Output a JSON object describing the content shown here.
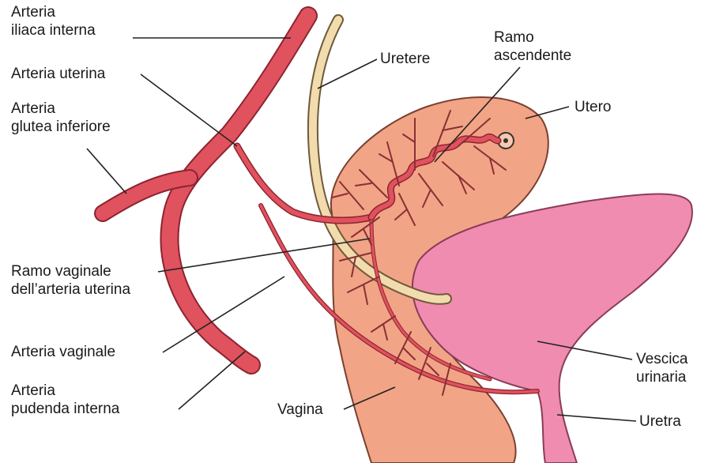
{
  "labels": {
    "arteria_iliaca_interna": [
      "Arteria",
      "iliaca interna"
    ],
    "arteria_uterina": [
      "Arteria uterina"
    ],
    "arteria_glutea_inferiore": [
      "Arteria",
      "glutea inferiore"
    ],
    "ramo_vaginale": [
      "Ramo vaginale",
      "dell’arteria uterina"
    ],
    "arteria_vaginale": [
      "Arteria vaginale"
    ],
    "arteria_pudenda_interna": [
      "Arteria",
      "pudenda interna"
    ],
    "uretere": [
      "Uretere"
    ],
    "ramo_ascendente": [
      "Ramo",
      "ascendente"
    ],
    "utero": [
      "Utero"
    ],
    "vescica_urinaria": [
      "Vescica",
      "urinaria"
    ],
    "uretra": [
      "Uretra"
    ],
    "vagina": [
      "Vagina"
    ]
  },
  "colors": {
    "artery": "#e0525e",
    "artery_outline": "#8c2430",
    "uterus": "#f2a486",
    "uterus_outline": "#7a4030",
    "bladder": "#f08cb0",
    "bladder_outline": "#8a3c5a",
    "ureter": "#f2dcae",
    "ureter_outline": "#6e5a3a",
    "vessel_dark": "#8a2f36",
    "leader": "#222222"
  }
}
